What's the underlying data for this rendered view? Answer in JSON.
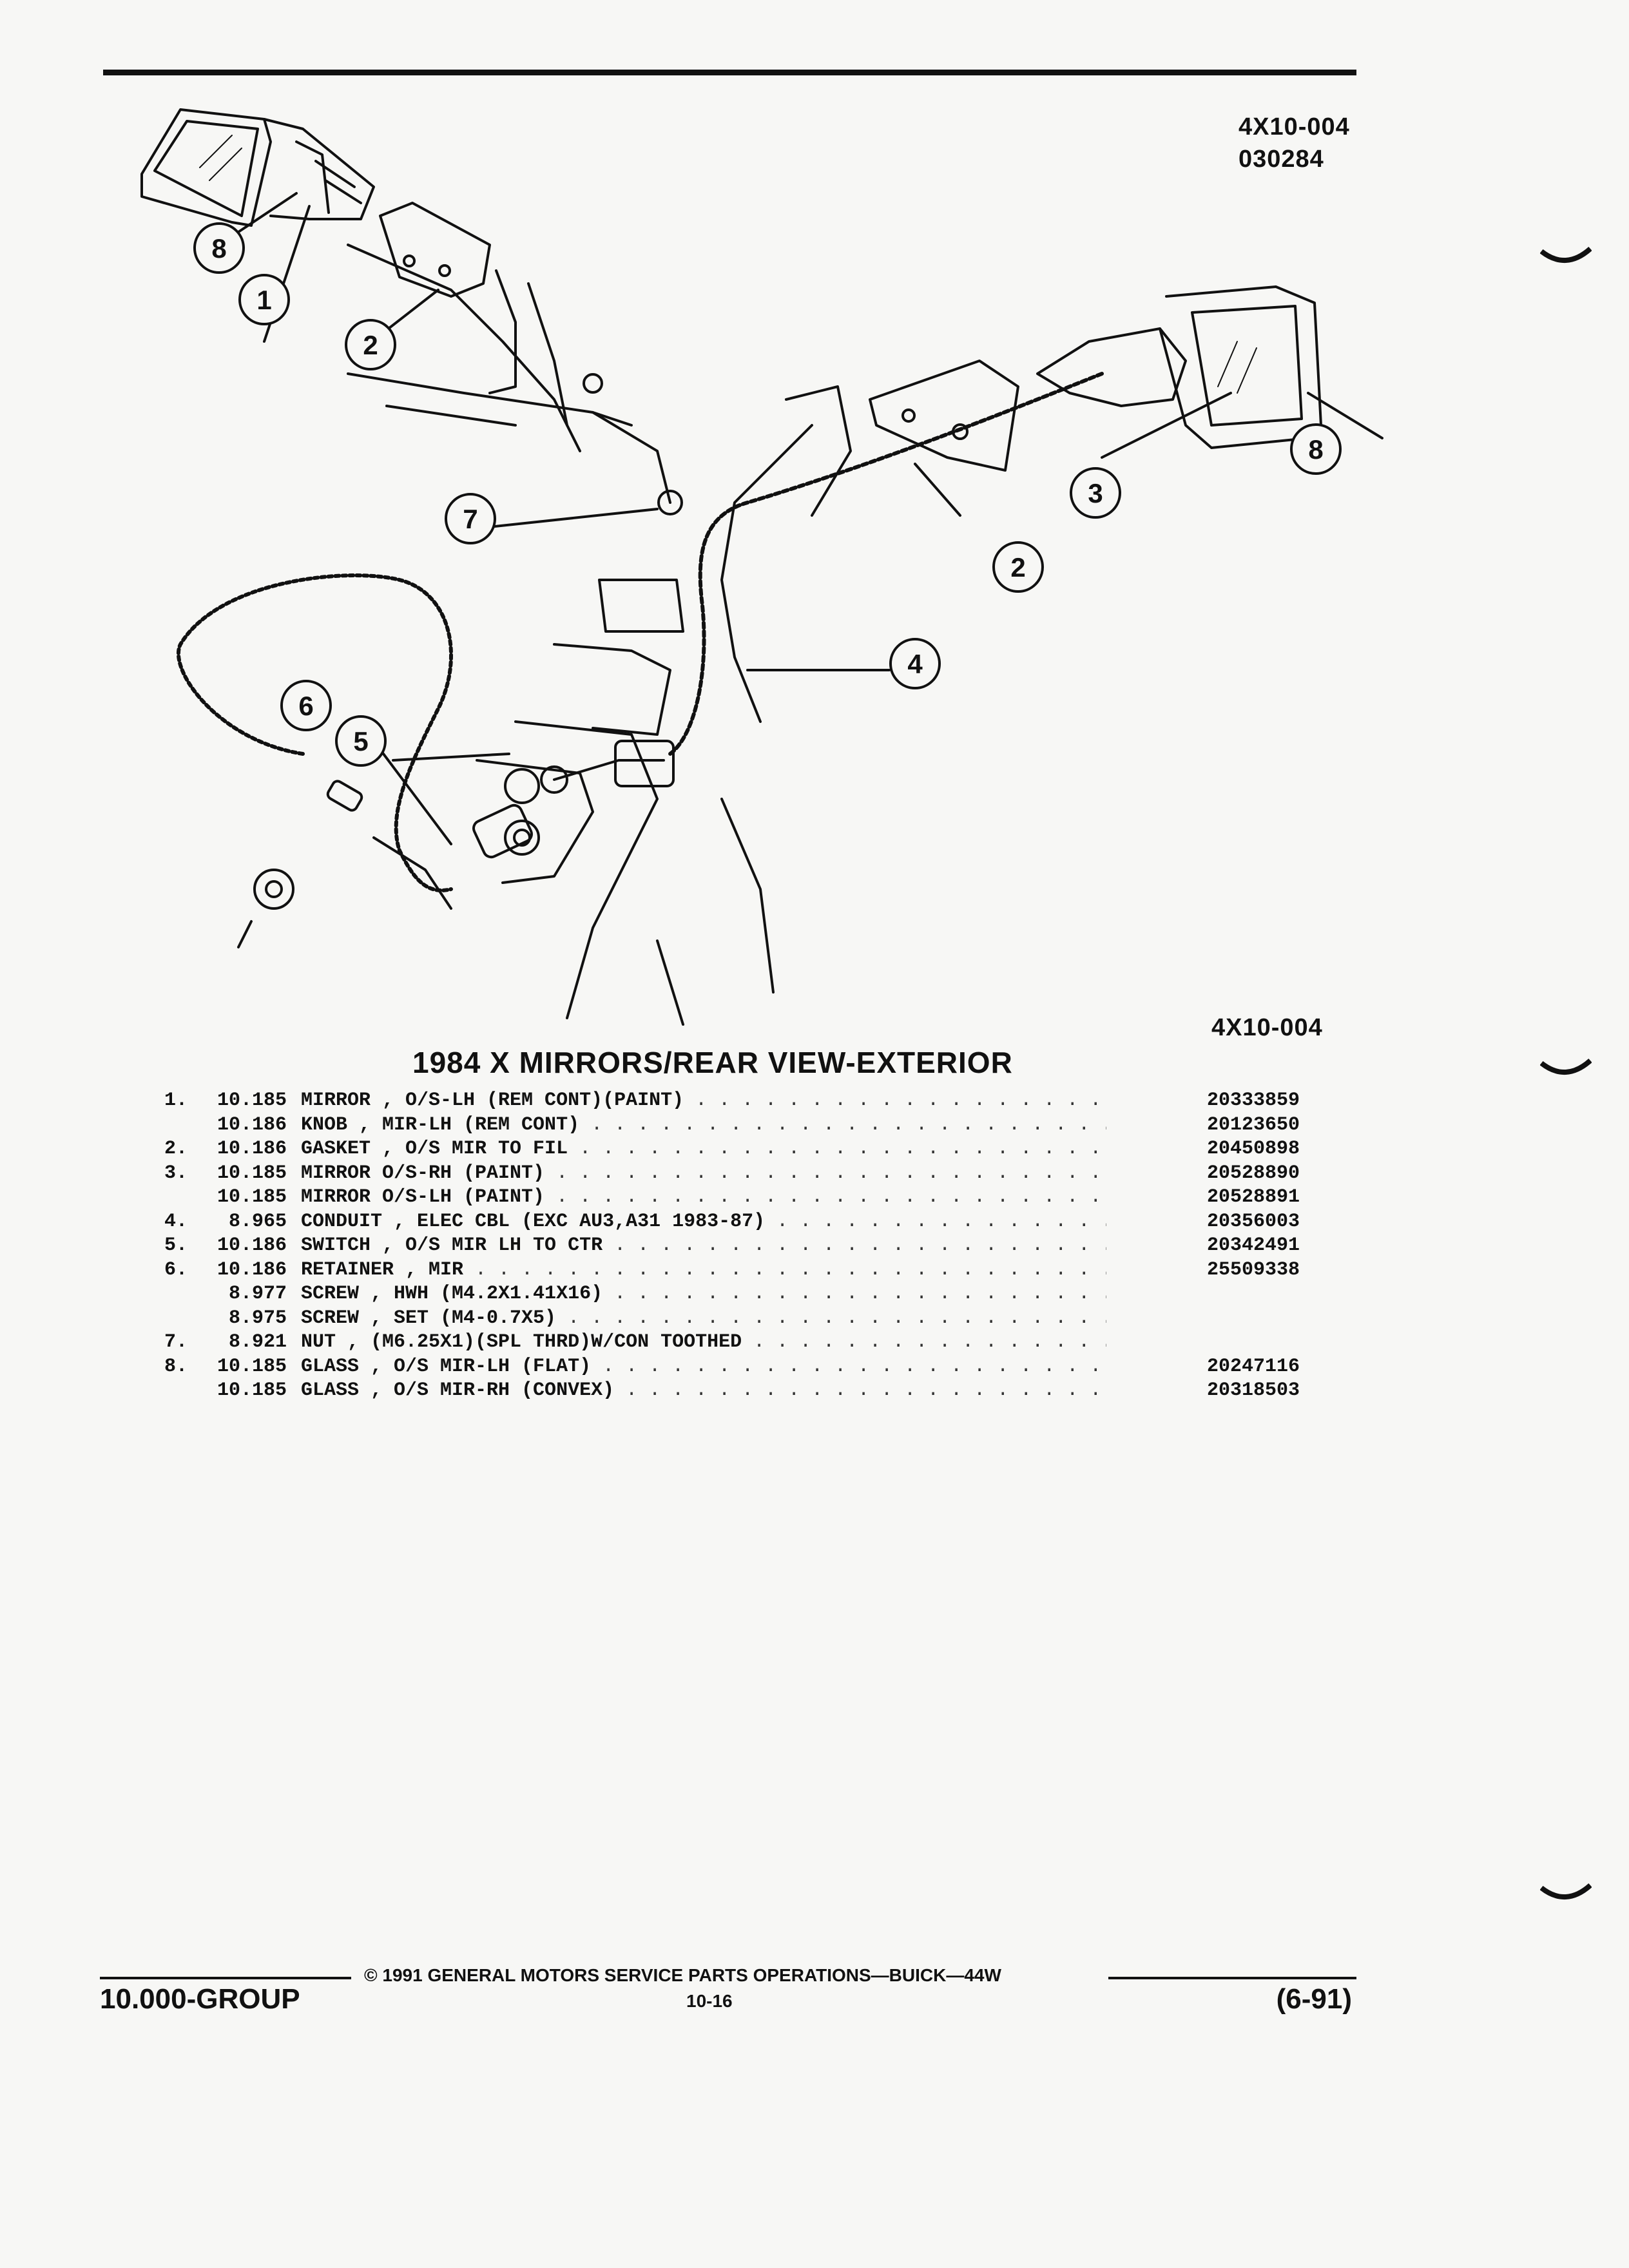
{
  "header": {
    "fig_code": "4X10-004",
    "fig_date": "030284",
    "fig_code_bottom": "4X10-004"
  },
  "callouts": [
    "1",
    "2",
    "2",
    "3",
    "4",
    "5",
    "6",
    "7",
    "8",
    "8"
  ],
  "section_title": "1984 X MIRRORS/REAR VIEW-EXTERIOR",
  "parts": [
    {
      "item": "1.",
      "group": "10.185",
      "desc": "MIRROR , O/S-LH (REM CONT)(PAINT)",
      "pn": "20333859"
    },
    {
      "item": "",
      "group": "10.186",
      "desc": "KNOB , MIR-LH (REM CONT)",
      "pn": "20123650"
    },
    {
      "item": "2.",
      "group": "10.186",
      "desc": "GASKET , O/S MIR TO FIL",
      "pn": "20450898"
    },
    {
      "item": "3.",
      "group": "10.185",
      "desc": "MIRROR O/S-RH (PAINT)",
      "pn": "20528890"
    },
    {
      "item": "",
      "group": "10.185",
      "desc": "MIRROR O/S-LH (PAINT)",
      "pn": "20528891"
    },
    {
      "item": "4.",
      "group": "8.965",
      "desc": "CONDUIT , ELEC CBL (EXC AU3,A31 1983-87)",
      "pn": "20356003"
    },
    {
      "item": "5.",
      "group": "10.186",
      "desc": "SWITCH , O/S MIR LH TO CTR",
      "pn": "20342491"
    },
    {
      "item": "6.",
      "group": "10.186",
      "desc": "RETAINER , MIR",
      "pn": "25509338"
    },
    {
      "item": "",
      "group": "8.977",
      "desc": "SCREW , HWH (M4.2X1.41X16)",
      "pn": ""
    },
    {
      "item": "",
      "group": "8.975",
      "desc": "SCREW , SET (M4-0.7X5)",
      "pn": ""
    },
    {
      "item": "7.",
      "group": "8.921",
      "desc": "NUT , (M6.25X1)(SPL THRD)W/CON TOOTHED",
      "pn": ""
    },
    {
      "item": "8.",
      "group": "10.185",
      "desc": "GLASS , O/S MIR-LH (FLAT)",
      "pn": "20247116"
    },
    {
      "item": "",
      "group": "10.185",
      "desc": "GLASS , O/S MIR-RH (CONVEX)",
      "pn": "20318503"
    }
  ],
  "footer": {
    "copyright": "© 1991 GENERAL MOTORS SERVICE PARTS OPERATIONS—BUICK—44W",
    "page_number": "10-16",
    "group": "10.000-GROUP",
    "date": "(6-91)"
  }
}
